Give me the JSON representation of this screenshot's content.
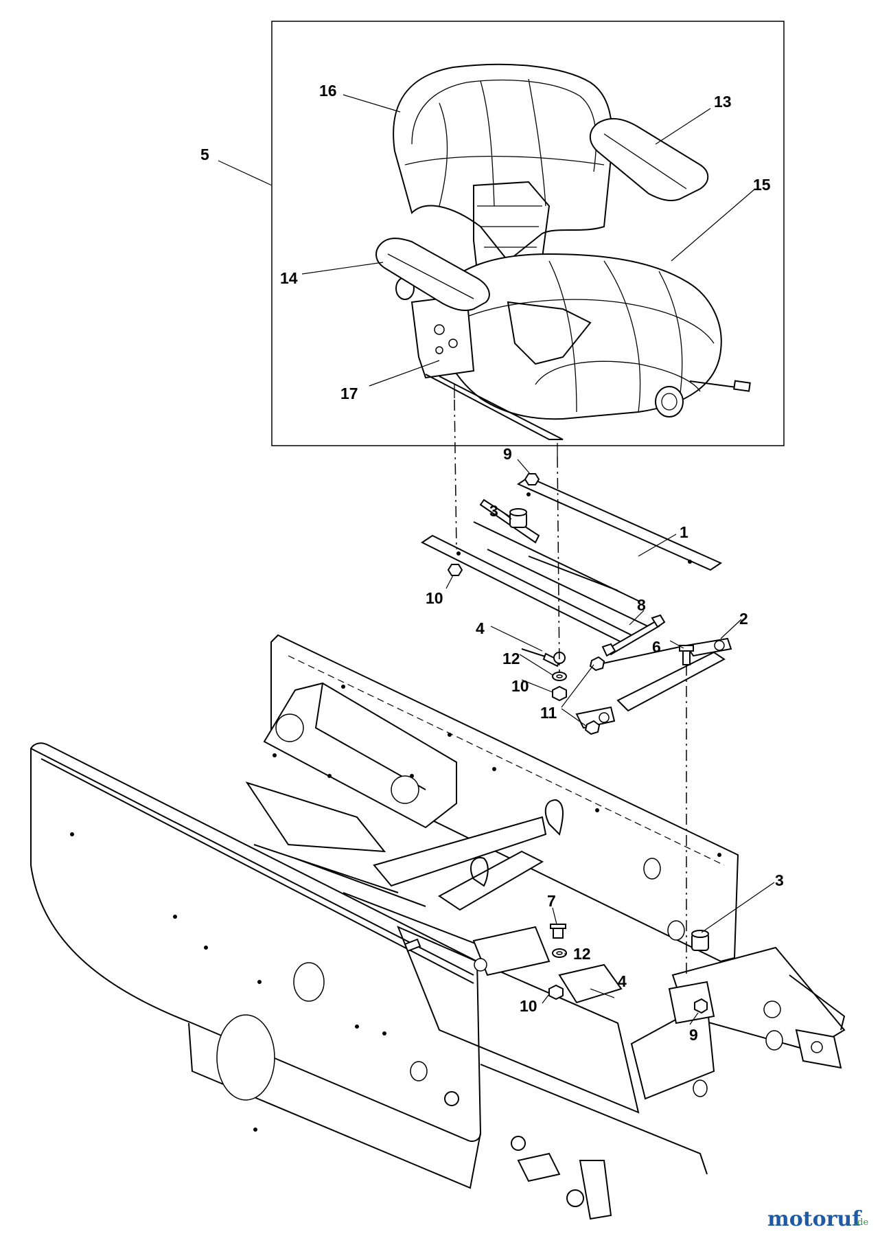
{
  "watermark": {
    "main": "motoruf",
    "tld": ".de",
    "colors": [
      "#1f5aa6",
      "#e2231a",
      "#f2a900",
      "#2a9a3a"
    ]
  },
  "callouts": {
    "c1": "1",
    "c2": "2",
    "c3a": "3",
    "c3b": "3",
    "c4a": "4",
    "c4b": "4",
    "c5": "5",
    "c6": "6",
    "c7": "7",
    "c8": "8",
    "c9a": "9",
    "c9b": "9",
    "c10a": "10",
    "c10b": "10",
    "c10c": "10",
    "c11": "11",
    "c12a": "12",
    "c12b": "12",
    "c13": "13",
    "c14": "14",
    "c15": "15",
    "c16": "16",
    "c17": "17"
  }
}
